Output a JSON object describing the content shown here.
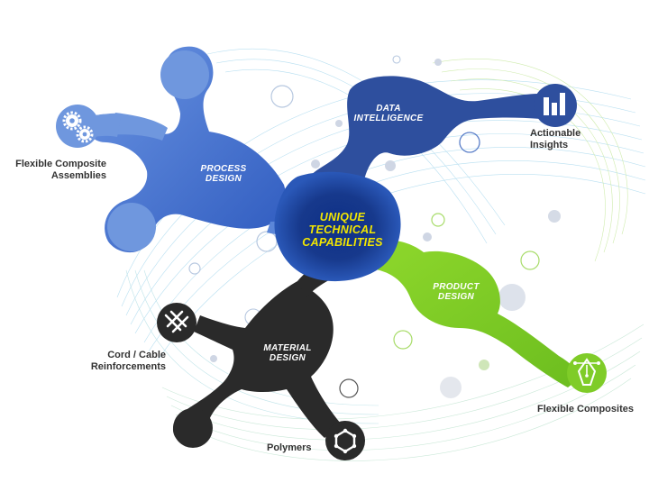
{
  "center": {
    "lines": [
      "UNIQUE",
      "TECHNICAL",
      "CAPABILITIES"
    ]
  },
  "nodes": {
    "process_design": {
      "lines": [
        "PROCESS",
        "DESIGN"
      ],
      "color": "#5b86d8"
    },
    "data_intelligence": {
      "lines": [
        "DATA",
        "INTELLIGENCE"
      ],
      "color": "#2e4f9e"
    },
    "product_design": {
      "lines": [
        "PRODUCT",
        "DESIGN"
      ],
      "color": "#7fcc28"
    },
    "material_design": {
      "lines": [
        "MATERIAL",
        "DESIGN"
      ],
      "color": "#2a2a2a"
    }
  },
  "outcomes": {
    "flexible_composite_assemblies": {
      "lines": [
        "Flexible Composite",
        "Assemblies"
      ],
      "icon": "gears-icon"
    },
    "actionable_insights": {
      "lines": [
        "Actionable",
        "Insights"
      ],
      "icon": "bar-chart-icon"
    },
    "flexible_composites": {
      "lines": [
        "Flexible Composites"
      ],
      "icon": "pen-nib-icon"
    },
    "cord_cable_reinforcements": {
      "lines": [
        "Cord / Cable",
        "Reinforcements"
      ],
      "icon": "woven-fabric-icon"
    },
    "polymers": {
      "lines": [
        "Polymers"
      ],
      "icon": "hexagon-molecule-icon"
    }
  },
  "colors": {
    "text": "#333333",
    "center_text": "#f2e600",
    "blue_dark": "#1a3a8a"
  }
}
